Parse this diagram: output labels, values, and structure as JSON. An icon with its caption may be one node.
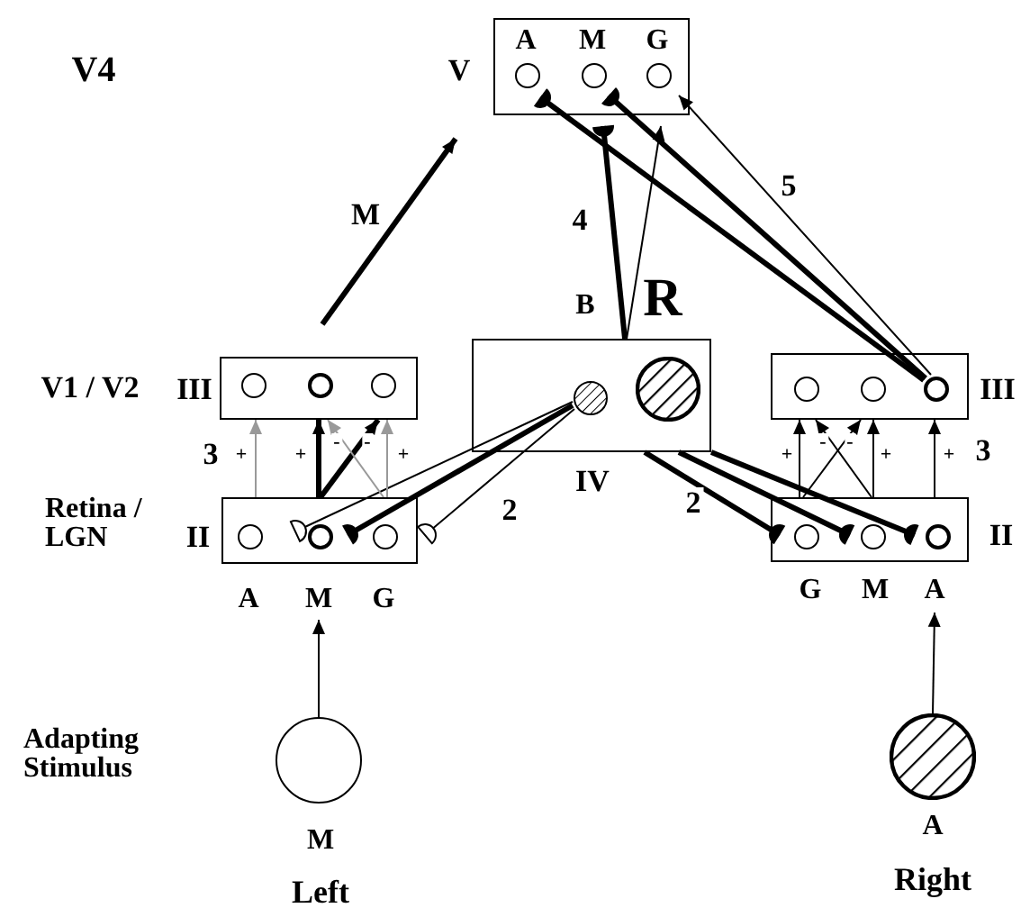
{
  "diagram": {
    "nodes": [
      {
        "text": [
          "V"
        ]
      },
      {
        "text": [],
        "shape": "circle",
        "in": 0
      },
      {
        "text": [],
        "shape": "circle",
        "in": 0
      },
      {
        "text": [],
        "shape": "circle",
        "in": 0
      },
      {
        "text": [
          "III"
        ]
      },
      {
        "text": [],
        "shape": "circle",
        "in": 4
      },
      {
        "text": [],
        "shape": "circle",
        "in": 4
      },
      {
        "text": [],
        "shape": "circle",
        "in": 4
      },
      {
        "text": [
          "IV"
        ]
      },
      {
        "text": [],
        "shape": "circle",
        "in": 8
      },
      {
        "text": [],
        "shape": "circle",
        "in": 8
      },
      {
        "text": [
          "III"
        ]
      },
      {
        "text": [],
        "shape": "circle",
        "in": 11
      },
      {
        "text": [],
        "shape": "circle",
        "in": 11
      },
      {
        "text": [],
        "shape": "circle",
        "in": 11
      },
      {
        "text": [
          "II"
        ]
      },
      {
        "text": [],
        "shape": "circle",
        "in": 15
      },
      {
        "text": [],
        "shape": "circle",
        "in": 15
      },
      {
        "text": [],
        "shape": "circle",
        "in": 15
      },
      {
        "text": [
          "II"
        ]
      },
      {
        "text": [],
        "shape": "circle",
        "in": 19
      },
      {
        "text": [],
        "shape": "circle",
        "in": 19
      },
      {
        "text": [],
        "shape": "circle",
        "in": 19
      },
      {
        "text": [],
        "shape": "circle",
        "beside": [
          "M",
          "Left"
        ]
      },
      {
        "text": [],
        "shape": "circle",
        "beside": [
          "A",
          "Right"
        ]
      },
      {
        "text": [
          "M"
        ]
      },
      {
        "text": [
          "A"
        ]
      }
    ],
    "edges": [
      {
        "from": 14,
        "to": 1,
        "arrow": "other",
        "style": "thick"
      },
      {
        "from": 14,
        "to": 2,
        "arrow": "other",
        "style": "thick"
      },
      {
        "from": 14,
        "to": 3,
        "arrow": "to",
        "label": "5"
      },
      {
        "from": 8,
        "to": 0,
        "arrow": "other",
        "style": "thick",
        "label": "4"
      },
      {
        "from": 8,
        "to": 0,
        "arrow": "to"
      },
      {
        "from": 9,
        "to": 16,
        "arrow": "other"
      },
      {
        "from": 9,
        "to": 17,
        "arrow": "other",
        "style": "thick"
      },
      {
        "from": 9,
        "to": 18,
        "arrow": "other",
        "label": "2"
      },
      {
        "from": 8,
        "to": 20,
        "arrow": "other",
        "style": "thick"
      },
      {
        "from": 8,
        "to": 21,
        "arrow": "other",
        "style": "thick",
        "label": "2"
      },
      {
        "from": 8,
        "to": 22,
        "arrow": "other",
        "style": "thick"
      },
      {
        "from": 23,
        "to": 25,
        "arrow": "to"
      },
      {
        "from": 24,
        "to": 26,
        "arrow": "to"
      },
      {
        "from": 4,
        "to": 0,
        "arrow": "to",
        "style": "thick",
        "label": "M"
      },
      {
        "from": 15,
        "to": 4,
        "arrow": "to",
        "color": "#999999",
        "label": "+"
      },
      {
        "from": 15,
        "to": 4,
        "arrow": "to",
        "style": "thick",
        "label": "+"
      },
      {
        "from": 15,
        "to": 4,
        "arrow": "to",
        "style": "thick",
        "label": "-"
      },
      {
        "from": 15,
        "to": 4,
        "arrow": "to",
        "color": "#999999",
        "label": "-"
      },
      {
        "from": 15,
        "to": 4,
        "arrow": "to",
        "color": "#999999",
        "label": "+"
      },
      {
        "from": 19,
        "to": 11,
        "arrow": "to",
        "label": "+"
      },
      {
        "from": 19,
        "to": 11,
        "arrow": "to",
        "label": "-"
      },
      {
        "from": 19,
        "to": 11,
        "arrow": "to",
        "label": "-"
      },
      {
        "from": 19,
        "to": 11,
        "arrow": "to",
        "label": "+"
      },
      {
        "from": 19,
        "to": 11,
        "arrow": "to",
        "label": "+"
      }
    ],
    "labels": [
      "V4",
      "A",
      "M",
      "G",
      "B",
      "R",
      "V1 / V2",
      "3",
      "Retina / LGN",
      "A",
      "G",
      "3",
      "G",
      "M",
      "Adapting Stimulus"
    ]
  }
}
